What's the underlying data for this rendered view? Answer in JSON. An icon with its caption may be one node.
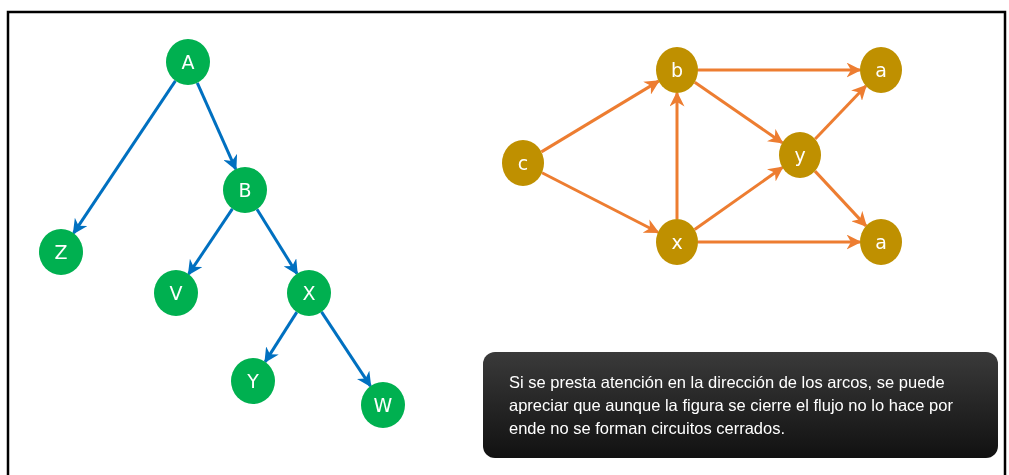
{
  "diagram": {
    "nodes": [
      {
        "text": [
          "A"
        ]
      },
      {
        "text": [
          "Z"
        ]
      },
      {
        "text": [
          "B"
        ]
      },
      {
        "text": [
          "V"
        ]
      },
      {
        "text": [
          "X"
        ]
      },
      {
        "text": [
          "Y"
        ]
      },
      {
        "text": [
          "W"
        ]
      },
      {
        "text": [
          "b"
        ]
      },
      {
        "text": [
          "a"
        ]
      },
      {
        "text": [
          "c"
        ]
      },
      {
        "text": [
          "y"
        ]
      },
      {
        "text": [
          "x"
        ]
      },
      {
        "text": [
          "a"
        ]
      },
      {
        "text": [
          "Si se presta atención en la dirección de los arcos, se puede apreciar que aunque la figura se cierre el flujo no lo hace por ende no se forman circuitos cerrados."
        ]
      }
    ],
    "edges": [
      {
        "from": 0,
        "to": 1,
        "arrow": "to",
        "color": "#0070c0"
      },
      {
        "from": 0,
        "to": 2,
        "arrow": "to",
        "color": "#0070c0"
      },
      {
        "from": 2,
        "to": 3,
        "arrow": "to",
        "color": "#0070c0"
      },
      {
        "from": 2,
        "to": 4,
        "arrow": "to",
        "color": "#0070c0"
      },
      {
        "from": 4,
        "to": 5,
        "arrow": "to",
        "color": "#0070c0"
      },
      {
        "from": 4,
        "to": 6,
        "arrow": "to",
        "color": "#0070c0"
      },
      {
        "from": 9,
        "to": 7,
        "arrow": "to"
      },
      {
        "from": 9,
        "to": 11,
        "arrow": "to"
      },
      {
        "from": 7,
        "to": 8,
        "arrow": "to"
      },
      {
        "from": 7,
        "to": 10,
        "arrow": "to"
      },
      {
        "from": 11,
        "to": 7,
        "arrow": "to"
      },
      {
        "from": 11,
        "to": 10,
        "arrow": "to"
      },
      {
        "from": 11,
        "to": 12,
        "arrow": "to"
      },
      {
        "from": 10,
        "to": 8,
        "arrow": "to"
      },
      {
        "from": 10,
        "to": 12,
        "arrow": "to"
      }
    ]
  }
}
